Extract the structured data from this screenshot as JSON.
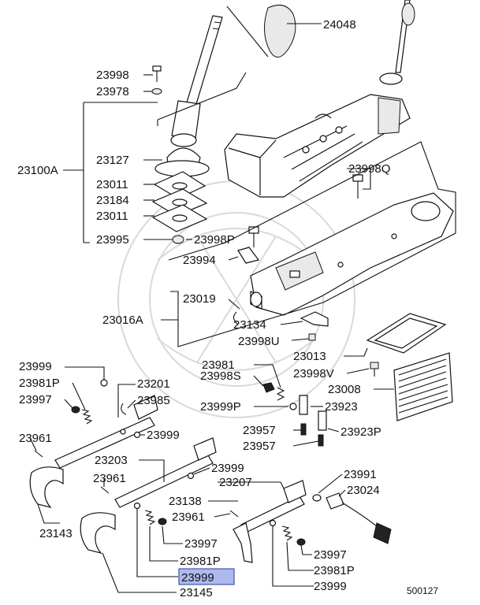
{
  "callouts": {
    "p24048": "24048",
    "p23998a": "23998",
    "p23978": "23978",
    "p23100A": "23100A",
    "p23127": "23127",
    "p23011a": "23011",
    "p23184": "23184",
    "p23011b": "23011",
    "p23995": "23995",
    "p23998P": "23998P",
    "p23998Q": "23998Q",
    "p23994": "23994",
    "p23019": "23019",
    "p23016A": "23016A",
    "p23134": "23134",
    "p23998U": "23998U",
    "p23981a": "23981",
    "p23998S": "23998S",
    "p23013": "23013",
    "p23998V": "23998V",
    "p23008": "23008",
    "p23999a": "23999",
    "p23981Pa": "23981P",
    "p23201": "23201",
    "p23997a": "23997",
    "p23985": "23985",
    "p23999Pa": "23999P",
    "p23923": "23923",
    "p23961a": "23961",
    "p23999b": "23999",
    "p23957a": "23957",
    "p23923P": "23923P",
    "p23957b": "23957",
    "p23203": "23203",
    "p23999c": "23999",
    "p23961b": "23961",
    "p23207": "23207",
    "p23991": "23991",
    "p23024": "23024",
    "p23138": "23138",
    "p23961c": "23961",
    "p23143": "23143",
    "p23997b": "23997",
    "p23997c": "23997",
    "p23981Pb": "23981P",
    "p23981Pc": "23981P",
    "p23999hl": "23999",
    "p23999d": "23999",
    "p23145": "23145"
  },
  "highlight_color": "#aeb9ee",
  "diagram_id": "500127"
}
